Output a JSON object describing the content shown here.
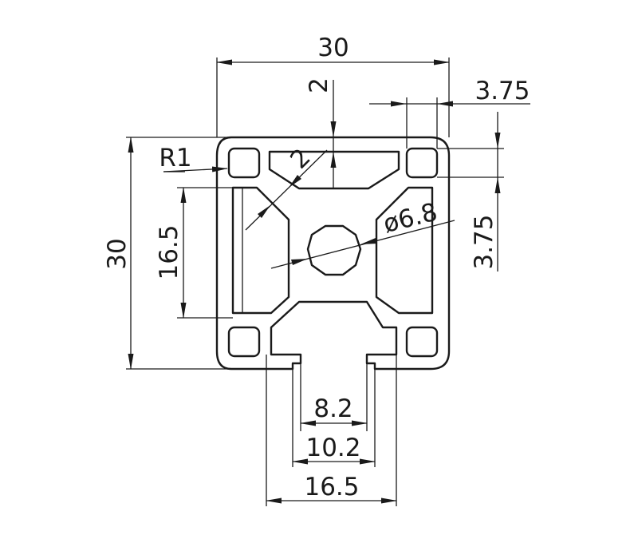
{
  "dimensions": {
    "overall_width": "30",
    "overall_height": "30",
    "wall": "2",
    "offset_top": "3.75",
    "offset_side": "3.75",
    "radius": "R1",
    "core_wall": "2",
    "bore": "ø6.8",
    "inner_height": "16.5",
    "slot_opening": "8.2",
    "slot_inner": "10.2",
    "slot_outer": "16.5"
  },
  "colors": {
    "line": "#1a1a1a",
    "background": "#ffffff"
  }
}
